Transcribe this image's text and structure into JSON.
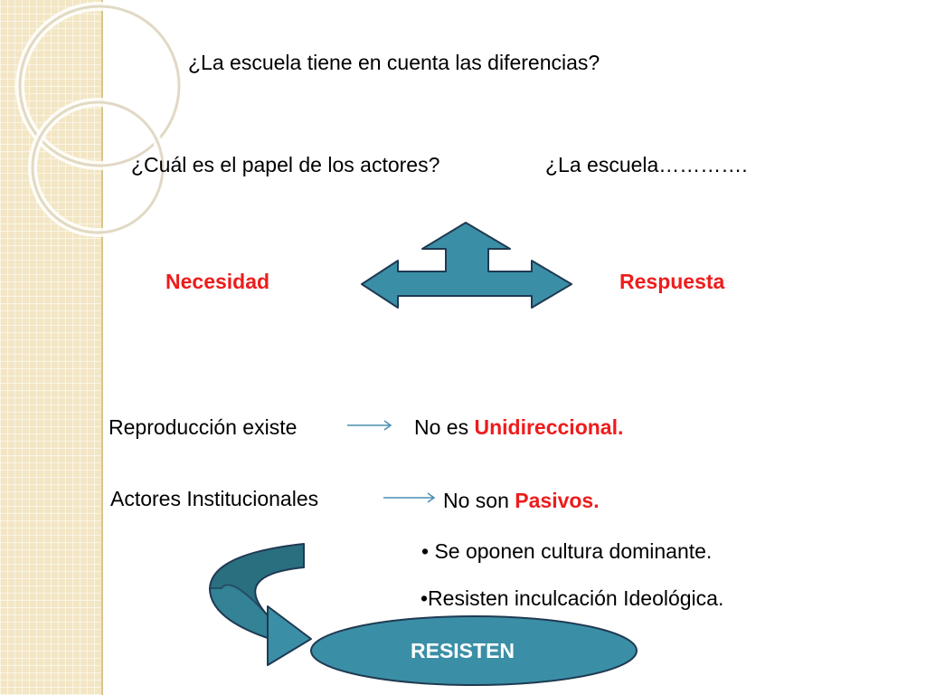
{
  "questions": {
    "q1": "¿La escuela tiene en cuenta las diferencias?",
    "q2": "¿Cuál es el papel de los actores?",
    "q3": "¿La escuela…………."
  },
  "arrow_labels": {
    "left": "Necesidad",
    "right": "Respuesta"
  },
  "row1": {
    "left": "Reproducción existe",
    "prefix": "No es ",
    "emph": "Unidireccional."
  },
  "row2": {
    "left": "Actores  Institucionales",
    "prefix": "No son ",
    "emph": "Pasivos."
  },
  "bullets": [
    "•  Se oponen cultura dominante.",
    "•Resisten inculcación Ideológica."
  ],
  "ellipse_label": "RESISTEN",
  "colors": {
    "shape": "#3a8fa6",
    "shape_dark": "#2a6f80",
    "emph": "#ee1c1c",
    "stripe": "#f3e6c4"
  }
}
